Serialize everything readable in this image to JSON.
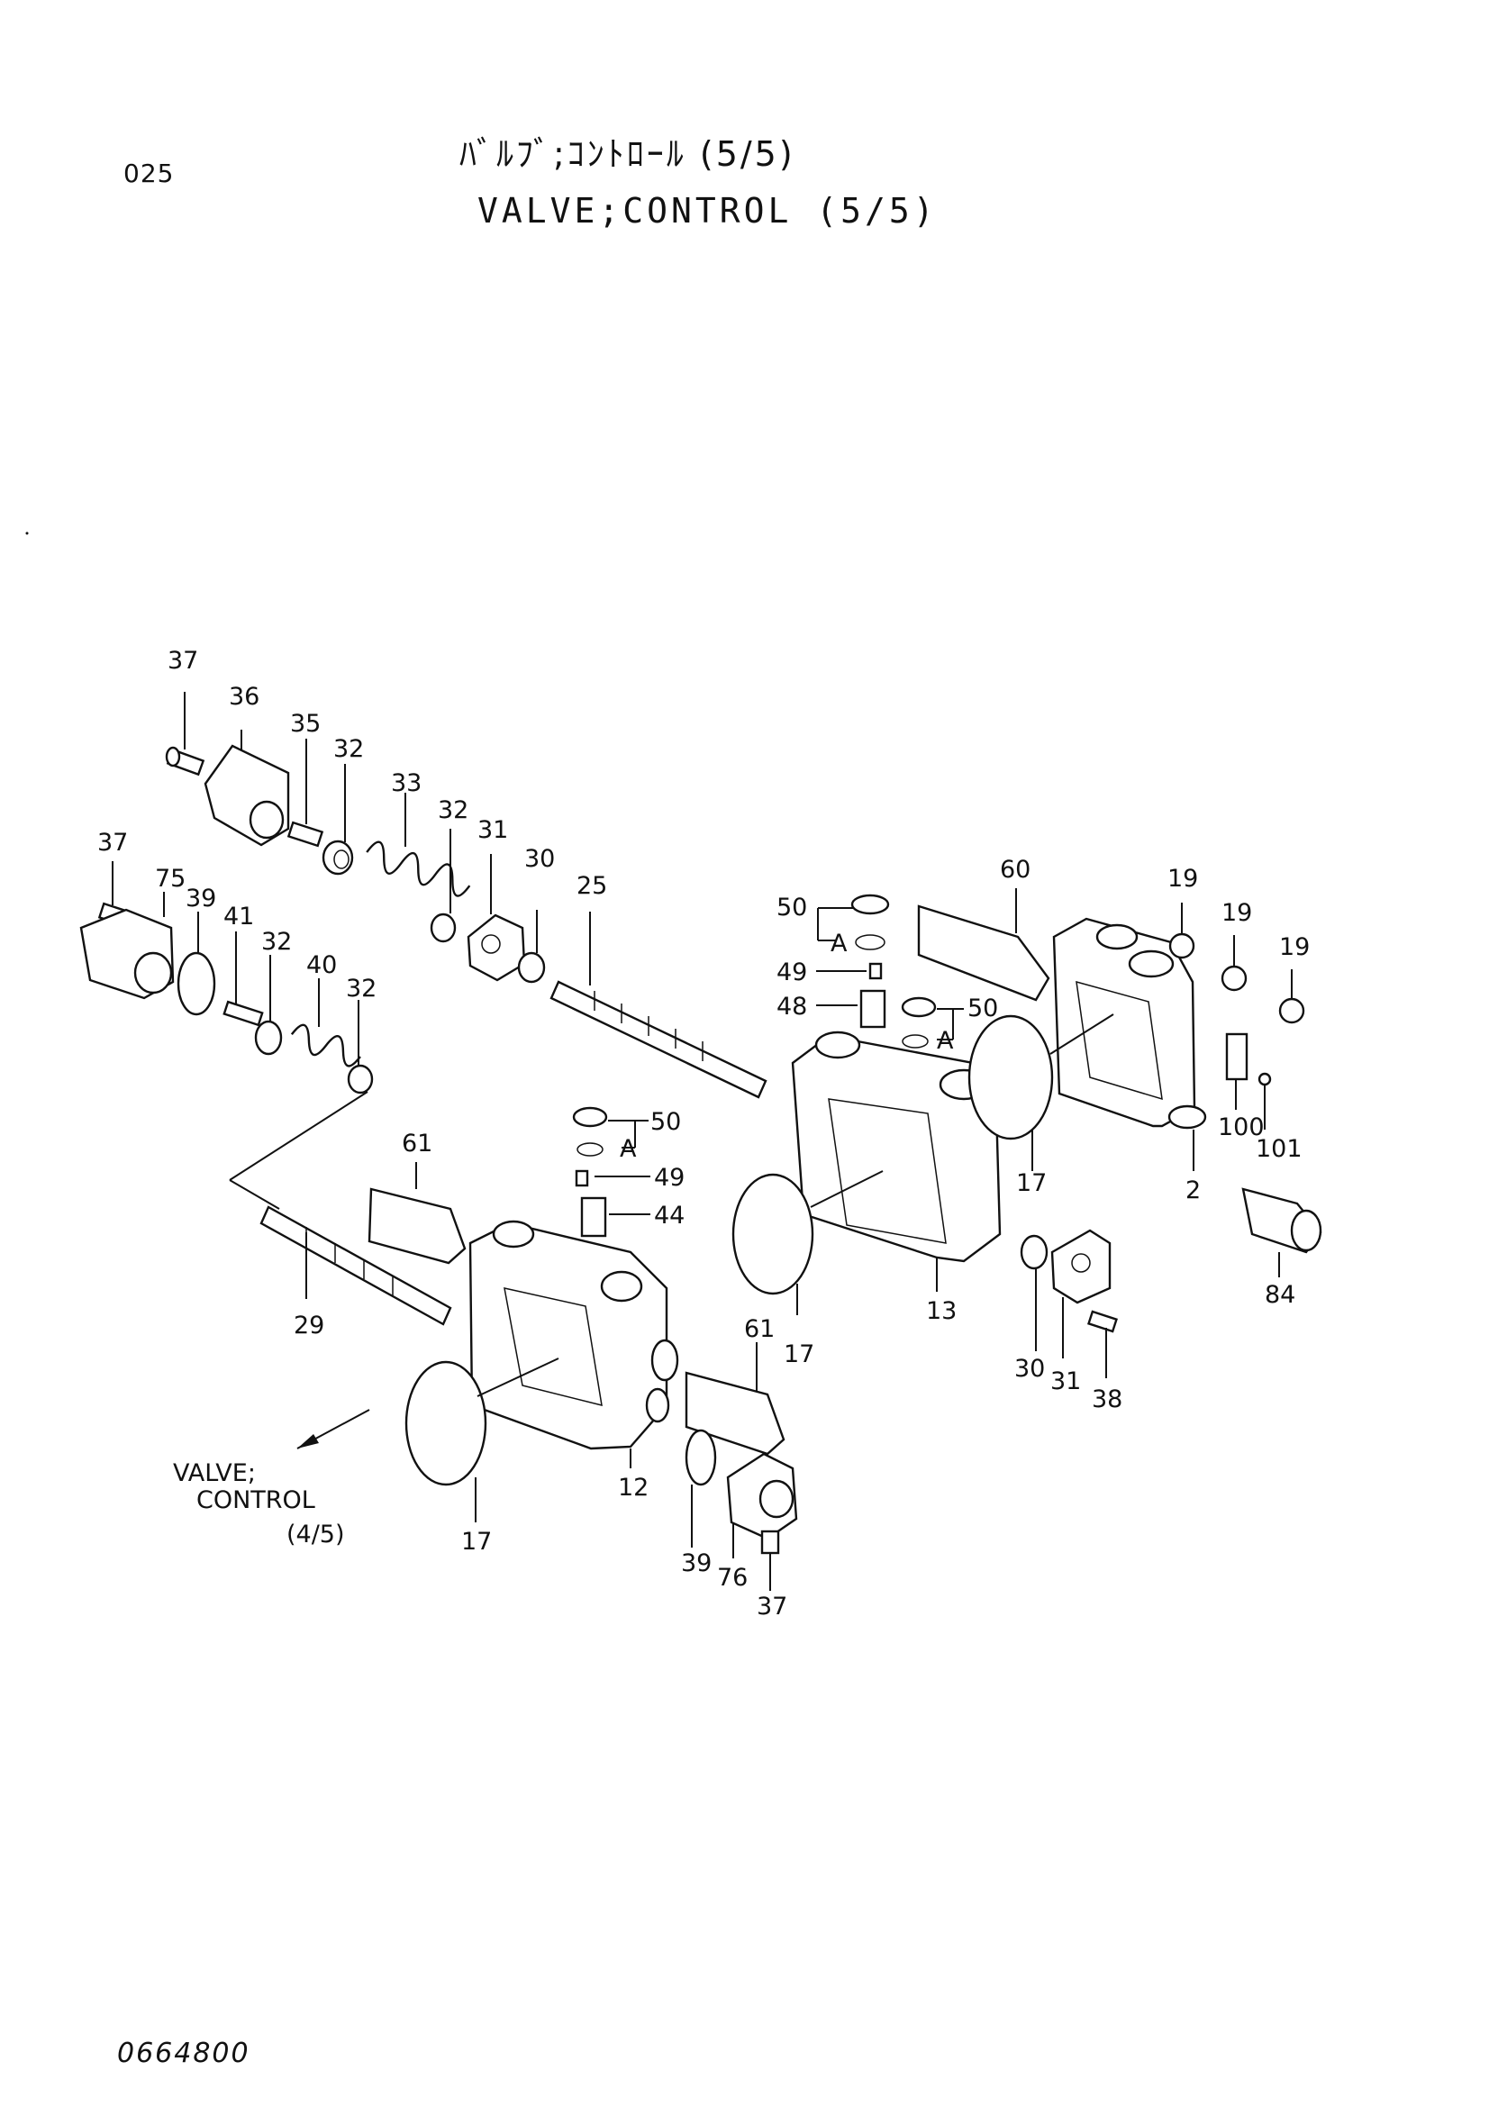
{
  "header": {
    "page_code": "025",
    "title_jp": "ﾊﾞﾙﾌﾞ;ｺﾝﾄﾛｰﾙ (5/5)",
    "title_en": "VALVE;CONTROL (5/5)"
  },
  "footer": {
    "drawing_number": "0664800"
  },
  "reference": {
    "line1": "VALVE;",
    "line2": "CONTROL",
    "line3": "(4/5)"
  },
  "callouts": {
    "c37a": "37",
    "c36": "36",
    "c35": "35",
    "c32a": "32",
    "c33": "33",
    "c32b": "32",
    "c31a": "31",
    "c30a": "30",
    "c25": "25",
    "c37b": "37",
    "c75": "75",
    "c39a": "39",
    "c41": "41",
    "c32c": "32",
    "c40": "40",
    "c32d": "32",
    "c61a": "61",
    "c29": "29",
    "c50a": "50",
    "c49a": "49",
    "c48": "48",
    "c50b": "50",
    "c50c": "50",
    "c49b": "49",
    "c44": "44",
    "c60": "60",
    "c19a": "19",
    "c19b": "19",
    "c19c": "19",
    "c100": "100",
    "c101": "101",
    "c2": "2",
    "c84": "84",
    "c17a": "17",
    "c17b": "17",
    "c17c": "17",
    "c13": "13",
    "c30b": "30",
    "c31b": "31",
    "c38": "38",
    "c61b": "61",
    "c12": "12",
    "c39b": "39",
    "c76": "76",
    "c37c": "37",
    "a1": "A",
    "a2": "A",
    "a3": "A"
  }
}
